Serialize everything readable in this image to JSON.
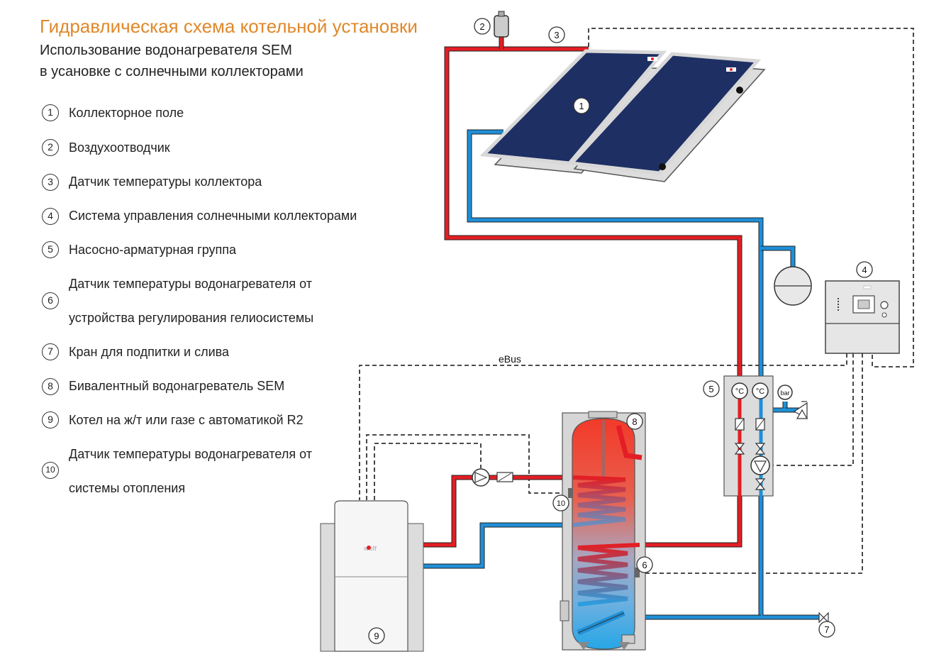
{
  "header": {
    "title": "Гидравлическая схема котельной установки",
    "subtitle_line1": "Использование водонагревателя SEM",
    "subtitle_line2": "в усановке с солнечными коллекторами"
  },
  "legend": [
    {
      "num": "1",
      "text": "Коллекторное поле"
    },
    {
      "num": "2",
      "text": "Воздухоотводчик"
    },
    {
      "num": "3",
      "text": "Датчик температуры коллектора"
    },
    {
      "num": "4",
      "text": "Система управления солнечными коллекторами"
    },
    {
      "num": "5",
      "text": "Насосно-арматурная группа"
    },
    {
      "num": "6",
      "text": "Датчик температуры водонагревателя от",
      "text2": "устройства регулирования гелиосистемы"
    },
    {
      "num": "7",
      "text": "Кран для подпитки и слива"
    },
    {
      "num": "8",
      "text": "Бивалентный водонагреватель SEM"
    },
    {
      "num": "9",
      "text": "Котел на ж/т или газе с автоматикой R2"
    },
    {
      "num": "10",
      "text": "Датчик температуры водонагревателя от",
      "text2": "системы отопления"
    }
  ],
  "diagram": {
    "ebus_label": "eBus",
    "celsius_label": "°C",
    "bar_label": "bar",
    "callouts": [
      "1",
      "2",
      "3",
      "4",
      "5",
      "6",
      "7",
      "8",
      "9",
      "10"
    ],
    "colors": {
      "hot_pipe": "#e31e24",
      "cold_pipe": "#1f8fd6",
      "collector": "#1e2f63",
      "equipment": "#d9d9d9",
      "title": "#e0882a"
    }
  }
}
